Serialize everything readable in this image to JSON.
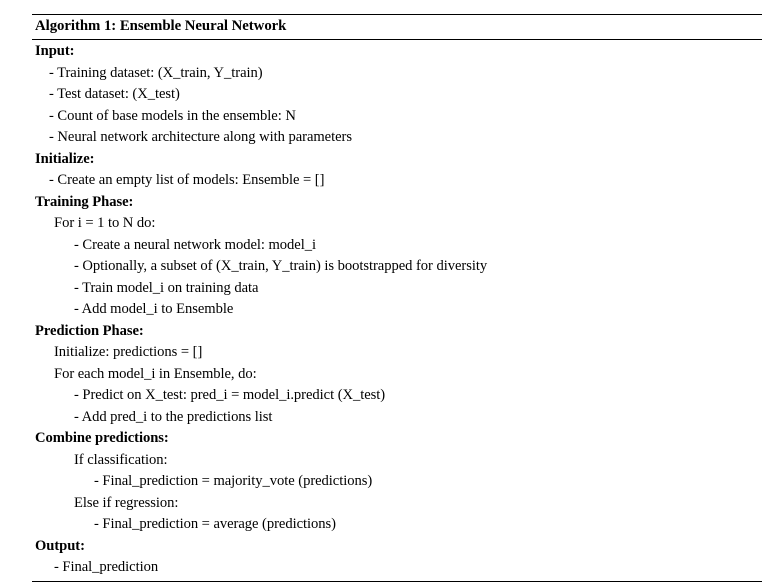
{
  "algorithm": {
    "title": "Algorithm 1: Ensemble Neural Network",
    "text_color": "#000000",
    "background_color": "#ffffff",
    "rule_color": "#000000",
    "lines": [
      {
        "text": "Input:",
        "style": "header",
        "indent": "lvl0"
      },
      {
        "text": "- Training dataset: (X_train, Y_train)",
        "style": "body",
        "indent": "lvl0d"
      },
      {
        "text": "- Test dataset: (X_test)",
        "style": "body",
        "indent": "lvl0d"
      },
      {
        "text": "- Count of base models in the ensemble: N",
        "style": "body",
        "indent": "lvl0d"
      },
      {
        "text": "- Neural network architecture along with parameters",
        "style": "body",
        "indent": "lvl0d"
      },
      {
        "text": "Initialize:",
        "style": "header",
        "indent": "lvl0"
      },
      {
        "text": "- Create an empty list of models: Ensemble = []",
        "style": "body",
        "indent": "lvl0d"
      },
      {
        "text": "Training Phase:",
        "style": "header",
        "indent": "lvl0"
      },
      {
        "text": "For i = 1 to N do:",
        "style": "body",
        "indent": "lvl1"
      },
      {
        "text": "- Create a neural network model: model_i",
        "style": "body",
        "indent": "lvl2"
      },
      {
        "text": "- Optionally, a subset of (X_train, Y_train) is bootstrapped for diversity",
        "style": "body",
        "indent": "lvl2"
      },
      {
        "text": "- Train model_i on training data",
        "style": "body",
        "indent": "lvl2"
      },
      {
        "text": "- Add model_i to Ensemble",
        "style": "body",
        "indent": "lvl2"
      },
      {
        "text": "Prediction Phase:",
        "style": "header",
        "indent": "lvl0"
      },
      {
        "text": "Initialize: predictions = []",
        "style": "body",
        "indent": "lvl1"
      },
      {
        "text": "For each model_i in Ensemble, do:",
        "style": "body",
        "indent": "lvl1"
      },
      {
        "text": "- Predict on X_test: pred_i = model_i.predict (X_test)",
        "style": "body",
        "indent": "lvl2"
      },
      {
        "text": "- Add pred_i to the predictions list",
        "style": "body",
        "indent": "lvl2"
      },
      {
        "text": "Combine predictions:",
        "style": "header",
        "indent": "lvl0"
      },
      {
        "text": "If classification:",
        "style": "body",
        "indent": "lvl2"
      },
      {
        "text": "- Final_prediction = majority_vote (predictions)",
        "style": "body",
        "indent": "lvl3"
      },
      {
        "text": "Else if regression:",
        "style": "body",
        "indent": "lvl2"
      },
      {
        "text": "- Final_prediction = average (predictions)",
        "style": "body",
        "indent": "lvl3"
      },
      {
        "text": "Output:",
        "style": "header",
        "indent": "lvl0"
      },
      {
        "text": "- Final_prediction",
        "style": "body",
        "indent": "lvl1"
      }
    ]
  }
}
